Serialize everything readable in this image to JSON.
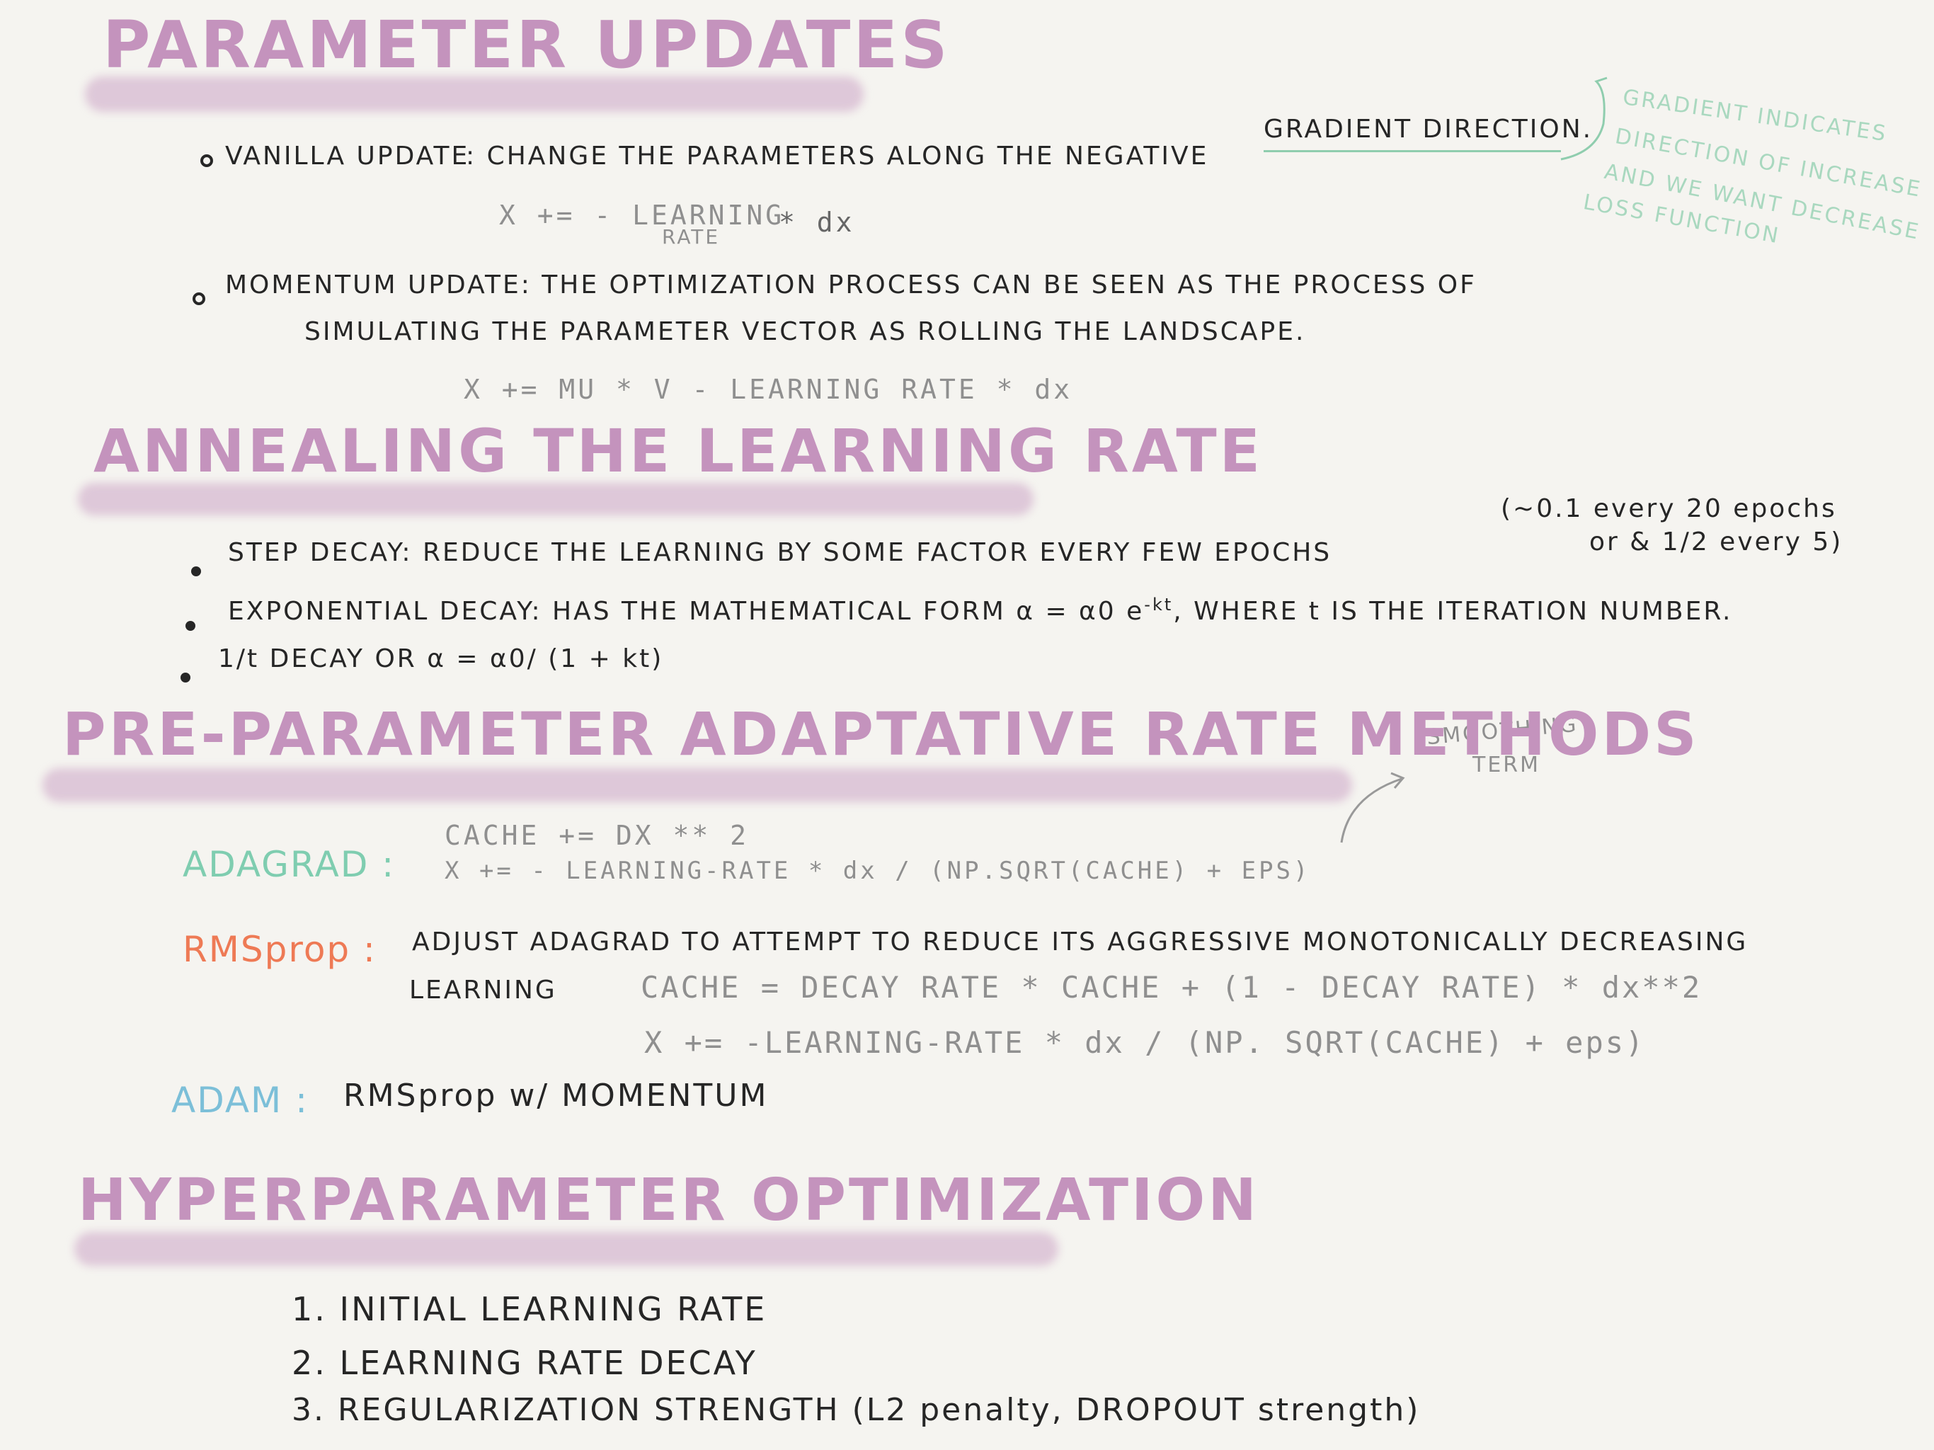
{
  "sections": {
    "parameter_updates": {
      "heading": "PARAMETER UPDATES",
      "vanilla_label": "VANILLA UPDATE",
      "vanilla_text": ": CHANGE THE PARAMETERS ALONG THE NEGATIVE",
      "vanilla_underlined": "GRADIENT DIRECTION.",
      "vanilla_formula_pre": "X += - LEARNING",
      "vanilla_formula_sub": "RATE",
      "vanilla_formula_post": "* dx",
      "side_note": [
        "GRADIENT INDICATES",
        "DIRECTION OF INCREASE",
        "AND WE WANT DECREASE",
        "LOSS FUNCTION"
      ],
      "momentum_line1": "MOMENTUM UPDATE: THE OPTIMIZATION PROCESS CAN BE SEEN AS THE PROCESS OF",
      "momentum_line2": "SIMULATING THE PARAMETER VECTOR AS ROLLING THE LANDSCAPE.",
      "momentum_formula": "X += MU * V - LEARNING RATE * dx"
    },
    "annealing": {
      "heading": "ANNEALING THE LEARNING RATE",
      "step_decay": "STEP DECAY: REDUCE THE LEARNING BY SOME FACTOR EVERY FEW EPOCHS",
      "step_note_line1": "(~0.1 every 20 epochs",
      "step_note_line2": "or & 1/2 every 5)",
      "exp_decay_pre": "EXPONENTIAL DECAY: HAS THE MATHEMATICAL FORM α = α0 e",
      "exp_decay_sup": "-kt",
      "exp_decay_post": ", WHERE t IS THE ITERATION NUMBER.",
      "inv_decay": "1/t DECAY OR α = α0/ (1 + kt)"
    },
    "per_parameter": {
      "heading": "PRE-PARAMETER ADAPTATIVE RATE METHODS",
      "smoothing_note_line1": "SMOOTHING",
      "smoothing_note_line2": "TERM",
      "adagrad_label": "ADAGRAD :",
      "adagrad_line1": "CACHE += DX ** 2",
      "adagrad_line2": "X += - LEARNING-RATE * dx / (NP.SQRT(CACHE) + EPS)",
      "rmsprop_label": "RMSprop :",
      "rmsprop_desc1": "ADJUST ADAGRAD TO ATTEMPT TO REDUCE ITS AGGRESSIVE MONOTONICALLY DECREASING",
      "rmsprop_desc2": "LEARNING",
      "rmsprop_formula1": "CACHE = DECAY RATE * CACHE + (1 - DECAY RATE) * dx**2",
      "rmsprop_formula2": "X += -LEARNING-RATE * dx / (NP. SQRT(CACHE) + eps)",
      "adam_label": "ADAM :",
      "adam_text": "RMSprop w/ MOMENTUM"
    },
    "hyperparameter": {
      "heading": "HYPERPARAMETER OPTIMIZATION",
      "items": [
        "1. INITIAL LEARNING RATE",
        "2. LEARNING RATE DECAY",
        "3. REGULARIZATION STRENGTH (L2 penalty, DROPOUT strength)"
      ]
    }
  },
  "colors": {
    "heading": "#c493bd",
    "adagrad": "#7fcdb0",
    "rmsprop": "#ee7a55",
    "adam": "#7cbfd8",
    "side_note": "#a9d8bf",
    "formula": "#8f8f8f"
  }
}
